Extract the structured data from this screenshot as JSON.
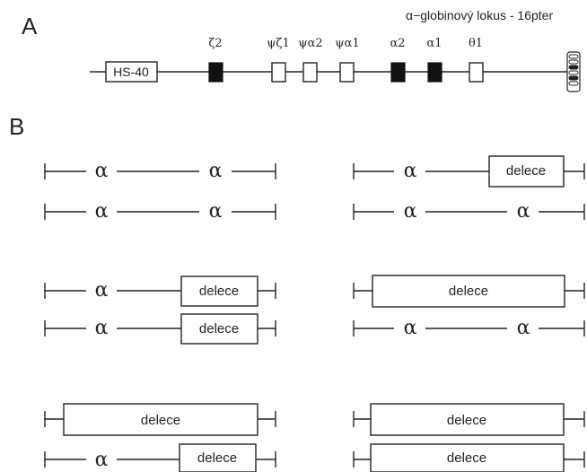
{
  "panel_a": {
    "letter": "A",
    "title": "α−globinový lokus - 16pter",
    "hs_label": "HS-40",
    "genes": [
      {
        "label": "ζ2",
        "filled": true
      },
      {
        "label": "ψζ1",
        "filled": false
      },
      {
        "label": "ψα2",
        "filled": false
      },
      {
        "label": "ψα1",
        "filled": false
      },
      {
        "label": "α2",
        "filled": true
      },
      {
        "label": "α1",
        "filled": true
      },
      {
        "label": "θ1",
        "filled": false
      }
    ]
  },
  "panel_b": {
    "letter": "B",
    "alpha_symbol": "α",
    "deletion_label": "delece",
    "chromosome_pairs": [
      {
        "top": [
          "alpha",
          "alpha"
        ],
        "bottom": [
          "alpha",
          "alpha"
        ]
      },
      {
        "top": [
          "alpha",
          "deletion"
        ],
        "bottom": [
          "alpha",
          "alpha"
        ]
      },
      {
        "top": [
          "alpha",
          "deletion"
        ],
        "bottom": [
          "alpha",
          "deletion"
        ]
      },
      {
        "top": [
          "deletion-both"
        ],
        "bottom": [
          "alpha",
          "alpha"
        ]
      },
      {
        "top": [
          "deletion-both"
        ],
        "bottom": [
          "alpha",
          "deletion"
        ]
      },
      {
        "top": [
          "deletion-both"
        ],
        "bottom": [
          "deletion-both"
        ]
      }
    ]
  }
}
